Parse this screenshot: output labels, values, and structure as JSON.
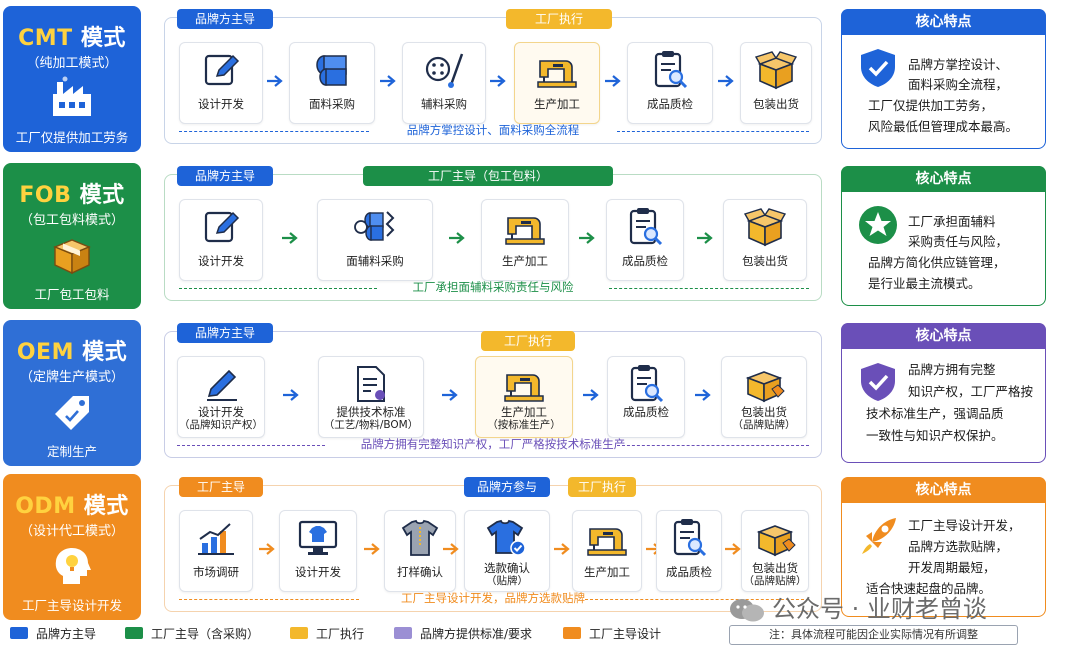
{
  "colors": {
    "blue": "#1e63d8",
    "green": "#1c8f48",
    "yellow": "#f3b82c",
    "purple": "#6a4fb8",
    "orange": "#f08c1f"
  },
  "rows": [
    {
      "mode_title": "CMT 模式",
      "mode_sub": "（纯加工模式）",
      "mode_foot": "工厂仅提供加工劳务",
      "mode_icon": "factory-icon",
      "tags": [
        "品牌方主导",
        "工厂执行"
      ],
      "steps": [
        {
          "label": "设计开发",
          "icon": "pencil-edit-icon"
        },
        {
          "label": "面料采购",
          "icon": "fabric-rolls-icon"
        },
        {
          "label": "辅料采购",
          "icon": "button-needle-icon"
        },
        {
          "label": "生产加工",
          "icon": "sewing-machine-icon"
        },
        {
          "label": "成品质检",
          "icon": "clipboard-inspect-icon"
        },
        {
          "label": "包装出货",
          "icon": "package-box-icon"
        }
      ],
      "flow_note": "品牌方掌控设计、面料采购全流程",
      "core_title": "核心特点",
      "core_icon": "shield-check-icon",
      "core_lines": [
        "品牌方掌控设计、",
        "面料采购全流程，",
        "工厂仅提供加工劳务，",
        "风险最低但管理成本最高。"
      ]
    },
    {
      "mode_title": "FOB 模式",
      "mode_sub": "（包工包料模式）",
      "mode_foot": "工厂包工包料",
      "mode_icon": "box-icon",
      "tags": [
        "品牌方主导",
        "工厂主导（包工包料）"
      ],
      "steps": [
        {
          "label": "设计开发",
          "icon": "pencil-edit-icon"
        },
        {
          "label": "面辅料采购",
          "icon": "fabric-zipper-icon"
        },
        {
          "label": "生产加工",
          "icon": "sewing-machine-icon"
        },
        {
          "label": "成品质检",
          "icon": "clipboard-inspect-icon"
        },
        {
          "label": "包装出货",
          "icon": "package-box-icon"
        }
      ],
      "flow_note": "工厂承担面辅料采购责任与风险",
      "core_title": "核心特点",
      "core_icon": "star-badge-icon",
      "core_lines": [
        "工厂承担面辅料",
        "采购责任与风险，",
        "品牌方简化供应链管理，",
        "是行业最主流模式。"
      ]
    },
    {
      "mode_title": "OEM 模式",
      "mode_sub": "（定牌生产模式）",
      "mode_foot": "定制生产",
      "mode_icon": "price-tag-icon",
      "tags": [
        "品牌方主导",
        "工厂执行"
      ],
      "steps": [
        {
          "label": "设计开发",
          "label2": "（品牌知识产权）",
          "icon": "pencil-edit-icon"
        },
        {
          "label": "提供技术标准",
          "label2": "（工艺/物料/BOM）",
          "icon": "document-spec-icon"
        },
        {
          "label": "生产加工",
          "label2": "（按标准生产）",
          "icon": "sewing-machine-icon"
        },
        {
          "label": "成品质检",
          "icon": "clipboard-inspect-icon"
        },
        {
          "label": "包装出货",
          "label2": "（品牌贴牌）",
          "icon": "package-tag-icon"
        }
      ],
      "flow_note": "品牌方拥有完整知识产权，工厂严格按技术标准生产",
      "core_title": "核心特点",
      "core_icon": "shield-check-icon",
      "core_lines": [
        "品牌方拥有完整",
        "知识产权，工厂严格按",
        "技术标准生产，强调品质",
        "一致性与知识产权保护。"
      ]
    },
    {
      "mode_title": "ODM 模式",
      "mode_sub": "（设计代工模式）",
      "mode_foot": "工厂主导设计开发",
      "mode_icon": "head-bulb-icon",
      "tags": [
        "工厂主导",
        "品牌方参与",
        "工厂执行"
      ],
      "steps": [
        {
          "label": "市场调研",
          "icon": "bar-chart-icon"
        },
        {
          "label": "设计开发",
          "icon": "monitor-shirt-icon"
        },
        {
          "label": "打样确认",
          "icon": "tshirt-sample-icon"
        },
        {
          "label": "选款确认",
          "label2": "（贴牌）",
          "icon": "tshirt-check-icon"
        },
        {
          "label": "生产加工",
          "icon": "sewing-machine-icon"
        },
        {
          "label": "成品质检",
          "icon": "clipboard-inspect-icon"
        },
        {
          "label": "包装出货",
          "label2": "（品牌贴牌）",
          "icon": "package-tag-icon"
        }
      ],
      "flow_note": "工厂主导设计开发，品牌方选款贴牌",
      "core_title": "核心特点",
      "core_icon": "rocket-icon",
      "core_lines": [
        "工厂主导设计开发，",
        "品牌方选款贴牌，",
        "开发周期最短，",
        "适合快速起盘的品牌。"
      ]
    }
  ],
  "legend": [
    {
      "label": "品牌方主导",
      "color": "#1e63d8"
    },
    {
      "label": "工厂主导（含采购）",
      "color": "#1c8f48"
    },
    {
      "label": "工厂执行",
      "color": "#f3b82c"
    },
    {
      "label": "品牌方提供标准/要求",
      "color": "#9b8fd4"
    },
    {
      "label": "工厂主导设计",
      "color": "#f08c1f"
    }
  ],
  "note": "注：具体流程可能因企业实际情况有所调整",
  "watermark": "公众号 · 业财老曾谈"
}
